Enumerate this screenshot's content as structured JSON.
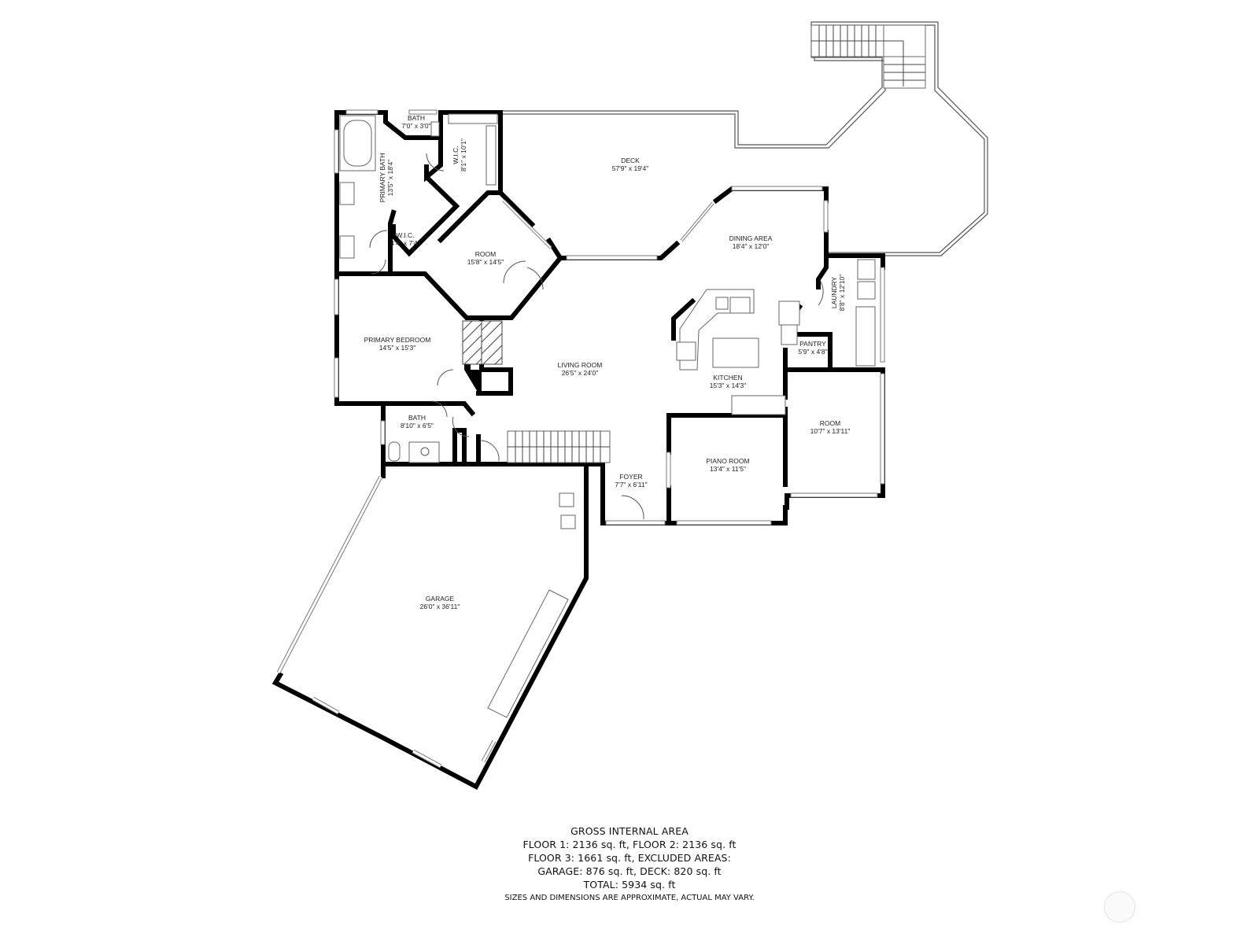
{
  "floorplan": {
    "rooms": [
      {
        "id": "bath-top",
        "name": "BATH",
        "dims": "7'0\" x 3'0\""
      },
      {
        "id": "primary-bath",
        "name": "PRIMARY BATH",
        "dims": "13'5\" x 18'4\""
      },
      {
        "id": "wic-large",
        "name": "W.I.C.",
        "dims": "8'1\" x 10'1\""
      },
      {
        "id": "wic-small",
        "name": "W.I.C.",
        "dims": "4'4\" x 7'4\""
      },
      {
        "id": "room-octagon",
        "name": "ROOM",
        "dims": "15'8\" x 14'5\""
      },
      {
        "id": "deck",
        "name": "DECK",
        "dims": "57'9\" x 19'4\""
      },
      {
        "id": "dining-area",
        "name": "DINING AREA",
        "dims": "18'4\" x 12'0\""
      },
      {
        "id": "laundry",
        "name": "LAUNDRY",
        "dims": "8'8\" x 12'10\""
      },
      {
        "id": "pantry",
        "name": "PANTRY",
        "dims": "5'9\" x 4'8\""
      },
      {
        "id": "kitchen",
        "name": "KITCHEN",
        "dims": "15'3\" x 14'3\""
      },
      {
        "id": "primary-bedroom",
        "name": "PRIMARY BEDROOM",
        "dims": "14'5\" x 15'3\""
      },
      {
        "id": "living-room",
        "name": "LIVING ROOM",
        "dims": "26'5\" x 24'0\""
      },
      {
        "id": "bath-lower",
        "name": "BATH",
        "dims": "8'10\" x 6'5\""
      },
      {
        "id": "room-east",
        "name": "ROOM",
        "dims": "10'7\" x 13'11\""
      },
      {
        "id": "piano-room",
        "name": "PIANO ROOM",
        "dims": "13'4\" x 11'5\""
      },
      {
        "id": "foyer",
        "name": "FOYER",
        "dims": "7'7\" x 6'11\""
      },
      {
        "id": "garage",
        "name": "GARAGE",
        "dims": "26'0\" x 36'11\""
      }
    ]
  },
  "area_summary": {
    "title": "GROSS INTERNAL AREA",
    "line1": "FLOOR 1: 2136 sq. ft, FLOOR 2: 2136 sq. ft",
    "line2": "FLOOR 3: 1661 sq. ft, EXCLUDED AREAS:",
    "line3": "GARAGE: 876 sq. ft, DECK: 820 sq. ft",
    "total": "TOTAL: 5934 sq. ft",
    "disclaimer": "SIZES AND DIMENSIONS ARE APPROXIMATE, ACTUAL MAY VARY."
  }
}
